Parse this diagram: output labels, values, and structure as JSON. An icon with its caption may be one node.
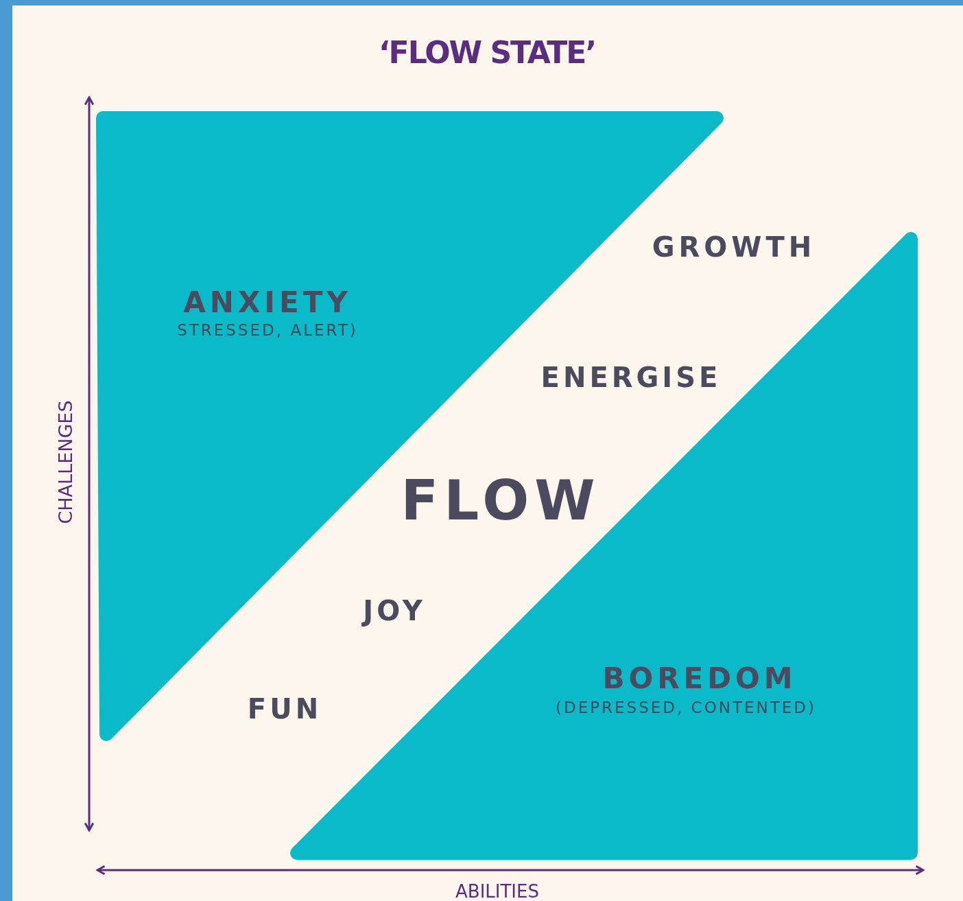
{
  "diagram": {
    "title": "‘FLOW STATE’",
    "nodes": [
      {
        "text": [
          "ANXIETY",
          "STRESSED, ALERT)"
        ]
      },
      {
        "text": [
          "BOREDOM",
          "(DEPRESSED, CONTENTED)"
        ]
      }
    ],
    "labels": [
      "GROWTH",
      "ENERGISE",
      "FLOW",
      "JOY",
      "FUN",
      "CHALLENGES",
      "ABILITIES"
    ]
  }
}
